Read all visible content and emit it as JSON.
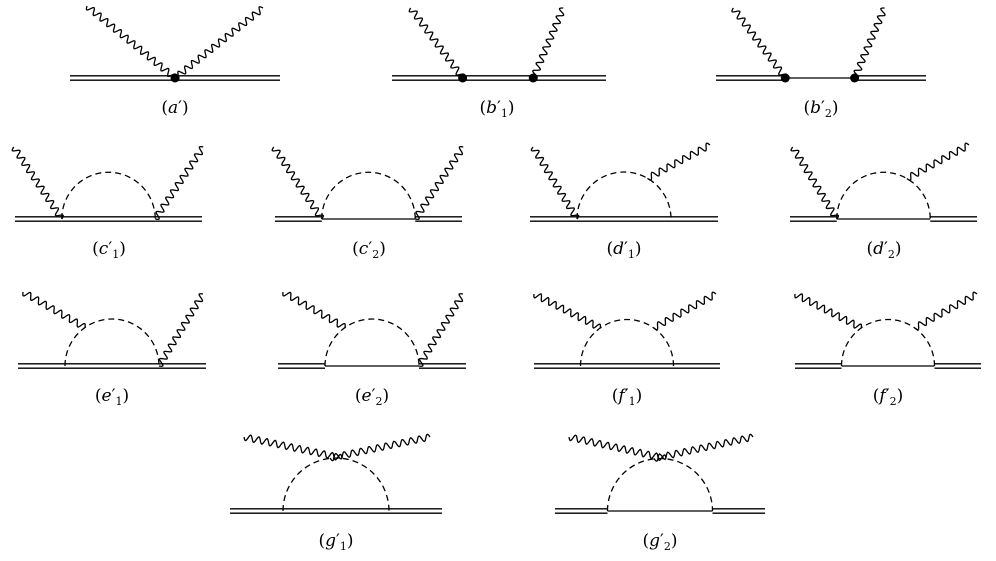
{
  "diagrams": [
    {
      "id": "a'",
      "base": "a",
      "sub": "",
      "type": "contact"
    },
    {
      "id": "b'1",
      "base": "b",
      "sub": "1",
      "type": "two-vertex",
      "inner": "double"
    },
    {
      "id": "b'2",
      "base": "b",
      "sub": "2",
      "type": "two-vertex",
      "inner": "single"
    },
    {
      "id": "c'1",
      "base": "c",
      "sub": "1",
      "type": "loop-ends",
      "inner": "double"
    },
    {
      "id": "c'2",
      "base": "c",
      "sub": "2",
      "type": "loop-ends",
      "inner": "single"
    },
    {
      "id": "d'1",
      "base": "d",
      "sub": "1",
      "type": "left-end-top",
      "inner": "double"
    },
    {
      "id": "d'2",
      "base": "d",
      "sub": "2",
      "type": "left-end-top",
      "inner": "single"
    },
    {
      "id": "e'1",
      "base": "e",
      "sub": "1",
      "type": "top-right-end",
      "inner": "double"
    },
    {
      "id": "e'2",
      "base": "e",
      "sub": "2",
      "type": "top-right-end",
      "inner": "single"
    },
    {
      "id": "f'1",
      "base": "f",
      "sub": "1",
      "type": "both-top",
      "inner": "double"
    },
    {
      "id": "f'2",
      "base": "f",
      "sub": "2",
      "type": "both-top",
      "inner": "single"
    },
    {
      "id": "g'1",
      "base": "g",
      "sub": "1",
      "type": "crossed-top",
      "inner": "double"
    },
    {
      "id": "g'2",
      "base": "g",
      "sub": "2",
      "type": "crossed-top",
      "inner": "single"
    }
  ]
}
